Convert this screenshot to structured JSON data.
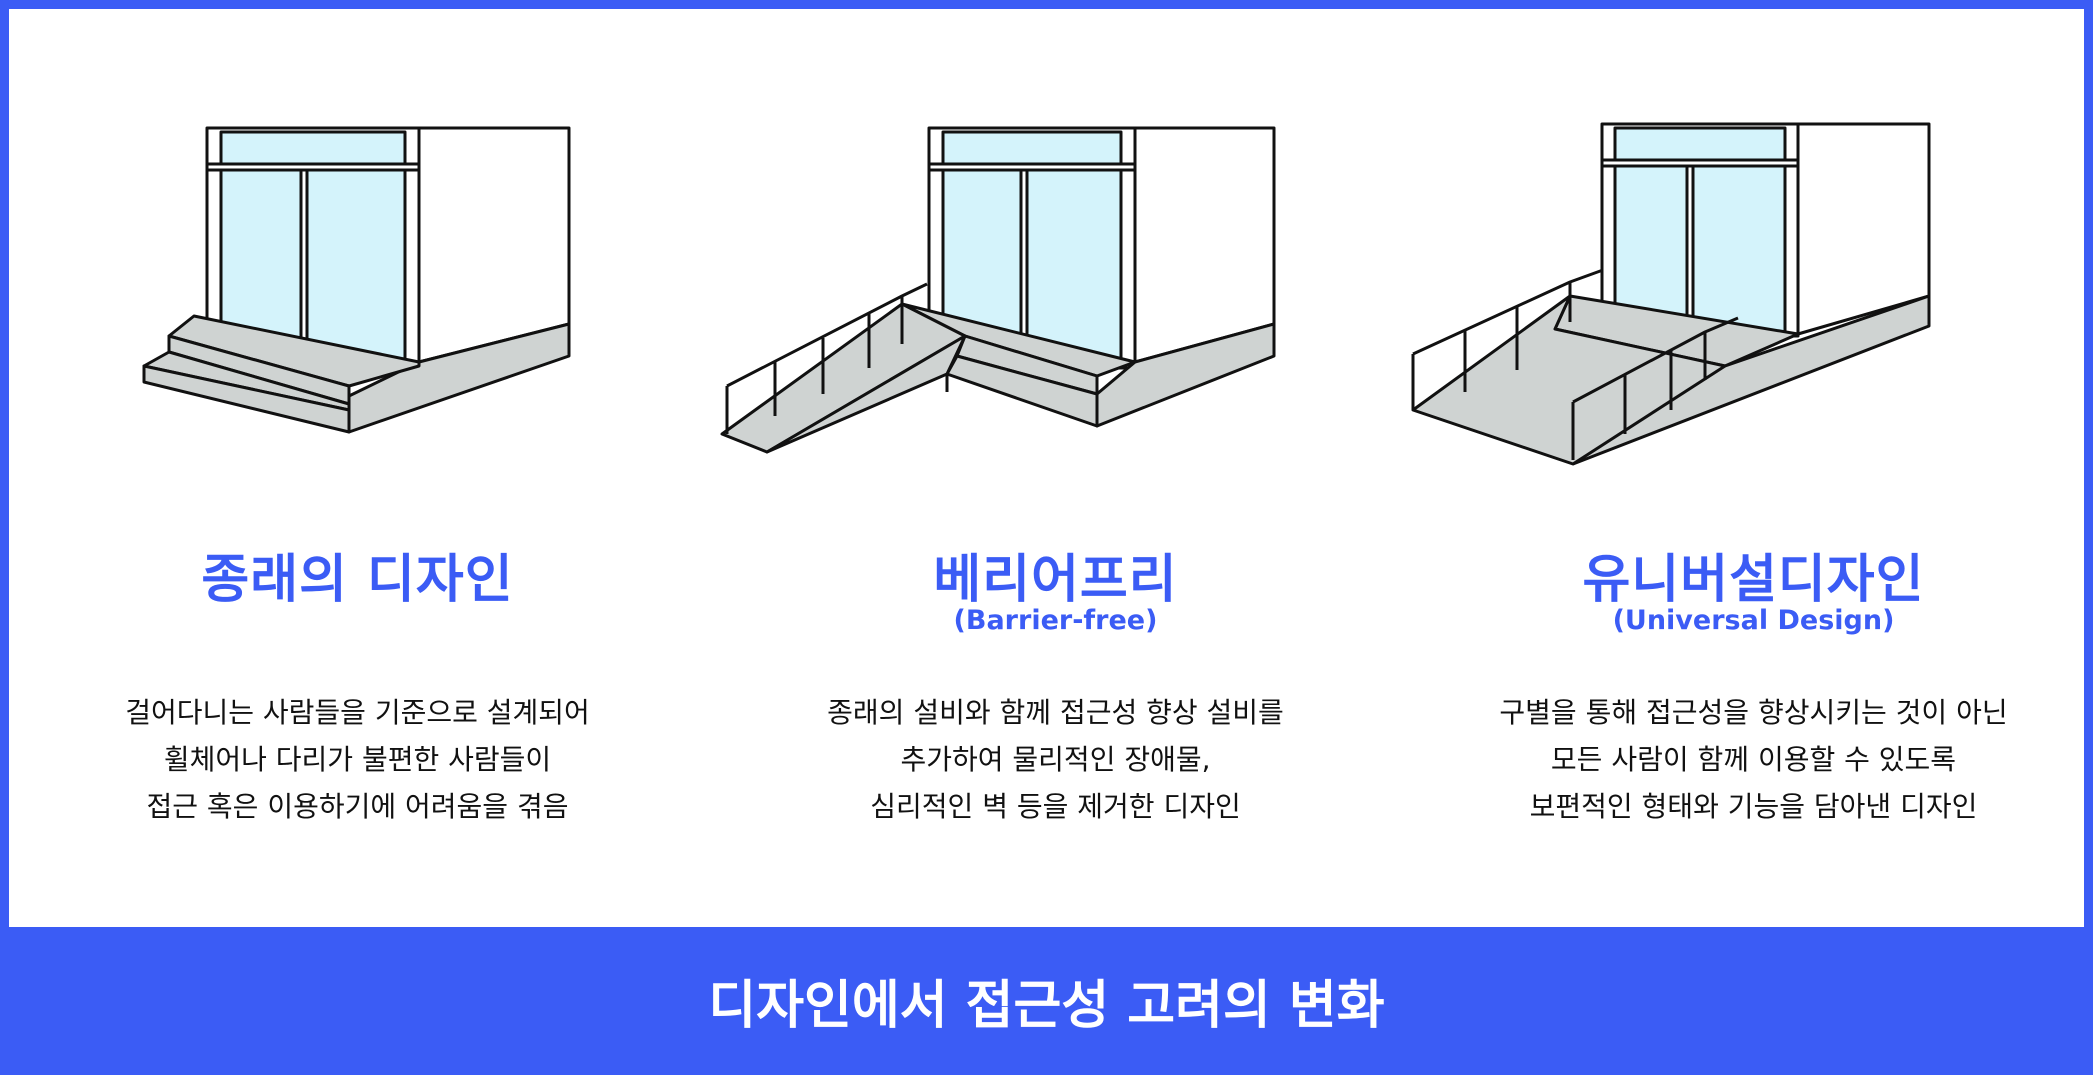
{
  "panels": [
    {
      "title": "종래의 디자인",
      "subtitle": "",
      "lines": [
        "걸어다니는 사람들을 기준으로 설계되어",
        "휠체어나 다리가 불편한 사람들이",
        "접근 혹은 이용하기에 어려움을 겪음"
      ]
    },
    {
      "title": "베리어프리",
      "subtitle": "(Barrier-free)",
      "lines": [
        "종래의 설비와 함께 접근성 향상 설비를",
        "추가하여 물리적인 장애물,",
        "심리적인 벽 등을 제거한 디자인"
      ]
    },
    {
      "title": "유니버설디자인",
      "subtitle": "(Universal Design)",
      "lines": [
        "구별을 통해 접근성을 향상시키는 것이 아닌",
        "모든 사람이 함께 이용할 수 있도록",
        "보편적인 형태와 기능을 담아낸 디자인"
      ]
    }
  ],
  "footer": {
    "title": "디자인에서 접근성 고려의 변화"
  },
  "colors": {
    "accent": "#3b5cf5",
    "glass": "#d4f3fb",
    "floor": "#cfd3d2",
    "line": "#111111"
  }
}
